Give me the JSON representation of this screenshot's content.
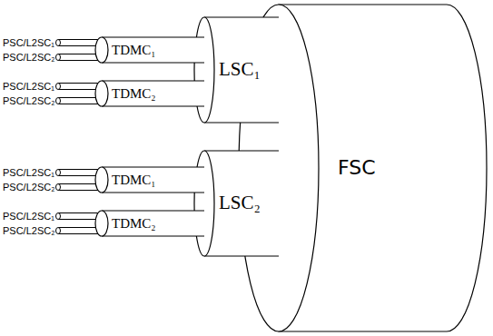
{
  "diagram": {
    "nodes": [
      {
        "text": [
          "LSC₁"
        ]
      },
      {
        "text": [
          "TDMC₁"
        ]
      },
      {
        "text": [
          "TDMC₂"
        ]
      },
      {
        "text": [
          "LSC₂"
        ]
      },
      {
        "text": [
          "TDMC₁"
        ]
      },
      {
        "text": [
          "TDMC₂"
        ]
      },
      {
        "text": [
          "FSC"
        ]
      }
    ],
    "labels": [
      "PSC/L2SC₁",
      "PSC/L2SC₂",
      "PSC/L2SC₁",
      "PSC/L2SC₂",
      "PSC/L2SC₁",
      "PSC/L2SC₂",
      "PSC/L2SC₁",
      "PSC/L2SC₂"
    ]
  }
}
